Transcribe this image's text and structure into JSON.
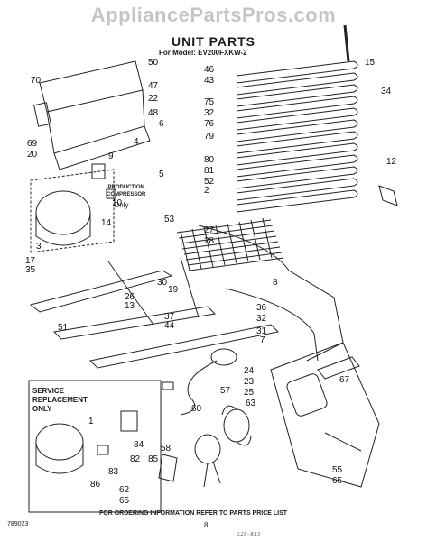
{
  "watermark": "AppliancePartsPros.com",
  "title": "UNIT PARTS",
  "model_line": "For Model: EV200FXKW-2",
  "service_note": [
    "SERVICE",
    "REPLACEMENT",
    "ONLY"
  ],
  "production_note": [
    "PRODUCTION",
    "COMPRESSOR"
  ],
  "production_only": "Only",
  "footer_note": "FOR ORDERING INFORMATION REFER TO PARTS PRICE LIST",
  "doc_code": "789023",
  "page_number": "8",
  "handwritten_note": "2.21 - 8.13",
  "callouts": [
    {
      "n": "70"
    },
    {
      "n": "50"
    },
    {
      "n": "46"
    },
    {
      "n": "15"
    },
    {
      "n": "47"
    },
    {
      "n": "43"
    },
    {
      "n": "34"
    },
    {
      "n": "22"
    },
    {
      "n": "75"
    },
    {
      "n": "48"
    },
    {
      "n": "32"
    },
    {
      "n": "6"
    },
    {
      "n": "76"
    },
    {
      "n": "79"
    },
    {
      "n": "69"
    },
    {
      "n": "20"
    },
    {
      "n": "4"
    },
    {
      "n": "9"
    },
    {
      "n": "80"
    },
    {
      "n": "81"
    },
    {
      "n": "12"
    },
    {
      "n": "5"
    },
    {
      "n": "52"
    },
    {
      "n": "2"
    },
    {
      "n": "10"
    },
    {
      "n": "14"
    },
    {
      "n": "53"
    },
    {
      "n": "27"
    },
    {
      "n": "28"
    },
    {
      "n": "3"
    },
    {
      "n": "17"
    },
    {
      "n": "35"
    },
    {
      "n": "30"
    },
    {
      "n": "19"
    },
    {
      "n": "8"
    },
    {
      "n": "26"
    },
    {
      "n": "13"
    },
    {
      "n": "37"
    },
    {
      "n": "36"
    },
    {
      "n": "32"
    },
    {
      "n": "51"
    },
    {
      "n": "44"
    },
    {
      "n": "31"
    },
    {
      "n": "7"
    },
    {
      "n": "24"
    },
    {
      "n": "1"
    },
    {
      "n": "23"
    },
    {
      "n": "25"
    },
    {
      "n": "67"
    },
    {
      "n": "84"
    },
    {
      "n": "85"
    },
    {
      "n": "57"
    },
    {
      "n": "63"
    },
    {
      "n": "60"
    },
    {
      "n": "82"
    },
    {
      "n": "83"
    },
    {
      "n": "86"
    },
    {
      "n": "58"
    },
    {
      "n": "62"
    },
    {
      "n": "65"
    },
    {
      "n": "55"
    },
    {
      "n": "65"
    }
  ]
}
